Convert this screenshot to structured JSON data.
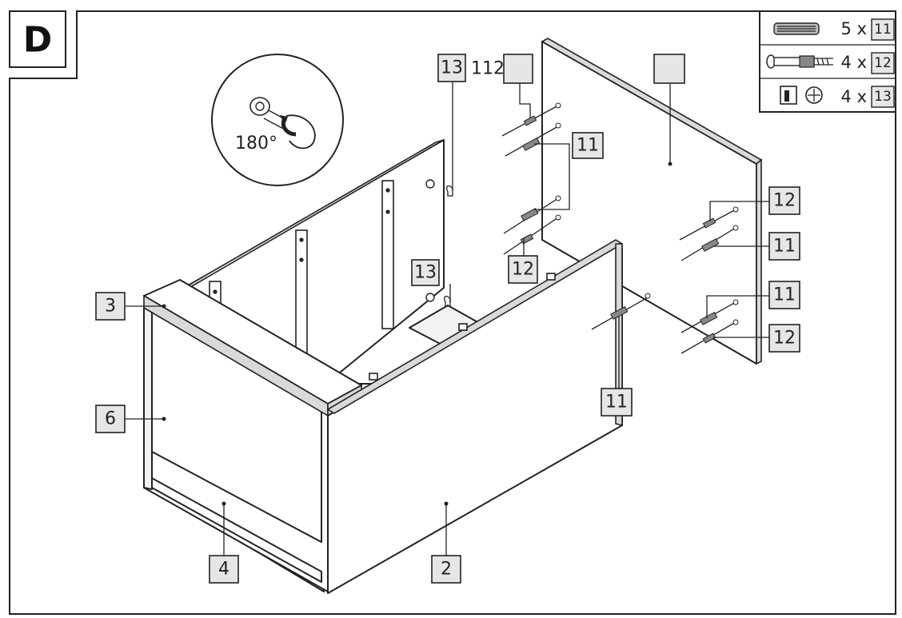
{
  "step": {
    "letter": "D"
  },
  "detail": {
    "rotation": "180°"
  },
  "legend": [
    {
      "icon": "wooden-dowel-icon",
      "count": "5 x",
      "part": "11"
    },
    {
      "icon": "cam-bolt-icon",
      "count": "4 x",
      "part": "12"
    },
    {
      "icon": "cam-lock-icon",
      "count": "4 x",
      "part": "13"
    }
  ],
  "labels": {
    "part_3": "3",
    "part_6": "6",
    "part_4": "4",
    "part_2": "2",
    "hw_13_top": "13",
    "hw_12_top": "112",
    "hw_13_mid": "13",
    "hw_11_top": "11",
    "hw_12_mid": "12",
    "hw_11_bottom": "11",
    "hw_12_right_top": "12",
    "hw_11_right_a": "11",
    "hw_11_right_b": "11",
    "hw_12_right_bottom": "12",
    "back_panel": ""
  }
}
